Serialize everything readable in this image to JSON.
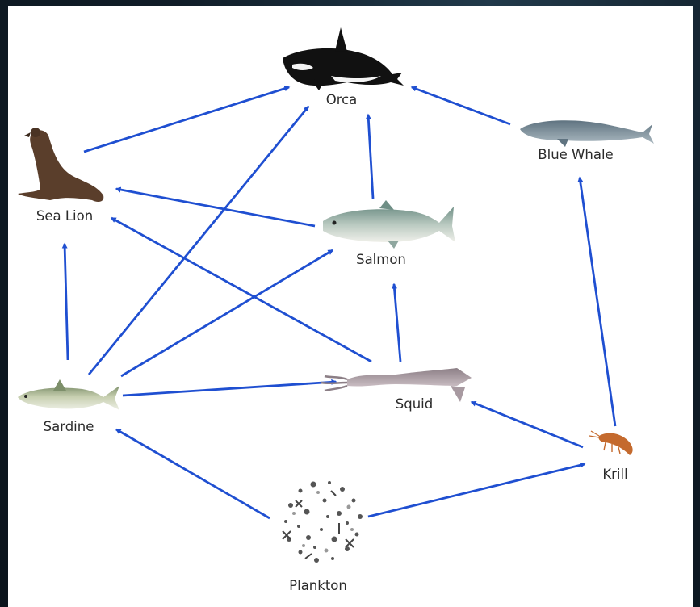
{
  "diagram": {
    "arrow_color": "#1f4fd1",
    "nodes": [
      {
        "id": "orca",
        "label": "Orca",
        "icon": "orca-icon"
      },
      {
        "id": "sea_lion",
        "label": "Sea Lion",
        "icon": "sea-lion-icon"
      },
      {
        "id": "blue_whale",
        "label": "Blue Whale",
        "icon": "blue-whale-icon"
      },
      {
        "id": "salmon",
        "label": "Salmon",
        "icon": "salmon-icon"
      },
      {
        "id": "sardine",
        "label": "Sardine",
        "icon": "sardine-icon"
      },
      {
        "id": "squid",
        "label": "Squid",
        "icon": "squid-icon"
      },
      {
        "id": "krill",
        "label": "Krill",
        "icon": "krill-icon"
      },
      {
        "id": "plankton",
        "label": "Plankton",
        "icon": "plankton-icon"
      }
    ],
    "edges": [
      {
        "from": "sea_lion",
        "to": "orca"
      },
      {
        "from": "sardine",
        "to": "orca"
      },
      {
        "from": "salmon",
        "to": "orca"
      },
      {
        "from": "blue_whale",
        "to": "orca"
      },
      {
        "from": "salmon",
        "to": "sea_lion"
      },
      {
        "from": "squid",
        "to": "sea_lion"
      },
      {
        "from": "sardine",
        "to": "sea_lion"
      },
      {
        "from": "sardine",
        "to": "salmon"
      },
      {
        "from": "squid",
        "to": "salmon"
      },
      {
        "from": "sardine",
        "to": "squid"
      },
      {
        "from": "krill",
        "to": "squid"
      },
      {
        "from": "krill",
        "to": "blue_whale"
      },
      {
        "from": "plankton",
        "to": "sardine"
      },
      {
        "from": "plankton",
        "to": "krill"
      }
    ]
  }
}
